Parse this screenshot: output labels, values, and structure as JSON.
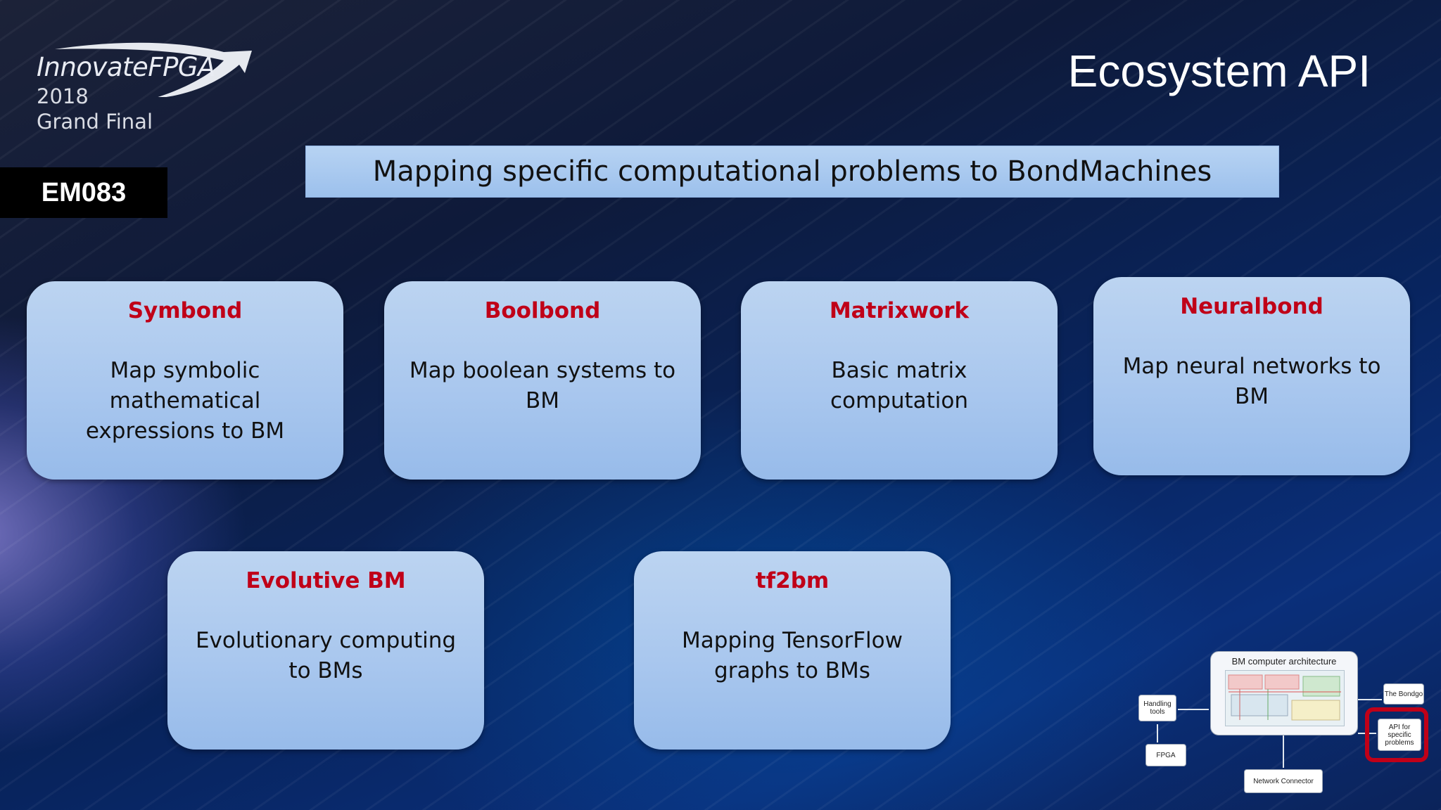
{
  "branding": {
    "logo_text": "InnovateFPGA",
    "year": "2018",
    "subtitle": "Grand Final",
    "code": "EM083"
  },
  "title": "Ecosystem API",
  "banner": "Mapping specific computational problems to BondMachines",
  "cards": [
    {
      "title": "Symbond",
      "description": "Map symbolic mathematical expressions to BM"
    },
    {
      "title": "Boolbond",
      "description": "Map boolean systems to BM"
    },
    {
      "title": "Matrixwork",
      "description": "Basic matrix computation"
    },
    {
      "title": "Neuralbond",
      "description": "Map neural networks to BM"
    },
    {
      "title": "Evolutive BM",
      "description": "Evolutionary computing to BMs"
    },
    {
      "title": "tf2bm",
      "description": "Mapping TensorFlow graphs to BMs"
    }
  ],
  "diagram": {
    "main_label": "BM computer architecture",
    "handling_tools": "Handling tools",
    "fpga": "FPGA",
    "network_connector": "Network Connector",
    "bondgo": "The Bondgo",
    "api": "API for specific problems"
  },
  "colors": {
    "card_title": "#c00018",
    "card_fill": "#a9c7ee",
    "highlight": "#c00018"
  }
}
